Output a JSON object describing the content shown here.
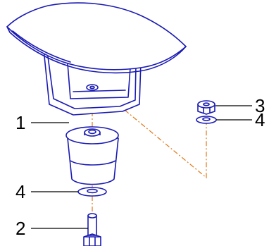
{
  "figure": {
    "callouts": [
      {
        "part": "rubber-mount",
        "label": "1"
      },
      {
        "part": "bolt",
        "label": "2"
      },
      {
        "part": "nut",
        "label": "3"
      },
      {
        "part": "washer-right",
        "label": "4"
      },
      {
        "part": "washer-lower",
        "label": "4"
      }
    ],
    "colors": {
      "part_stroke": "#1a1ab4",
      "leader_line": "#000000",
      "assembly_axis": "#e07818",
      "label_text": "#000000",
      "background": "#ffffff"
    }
  }
}
